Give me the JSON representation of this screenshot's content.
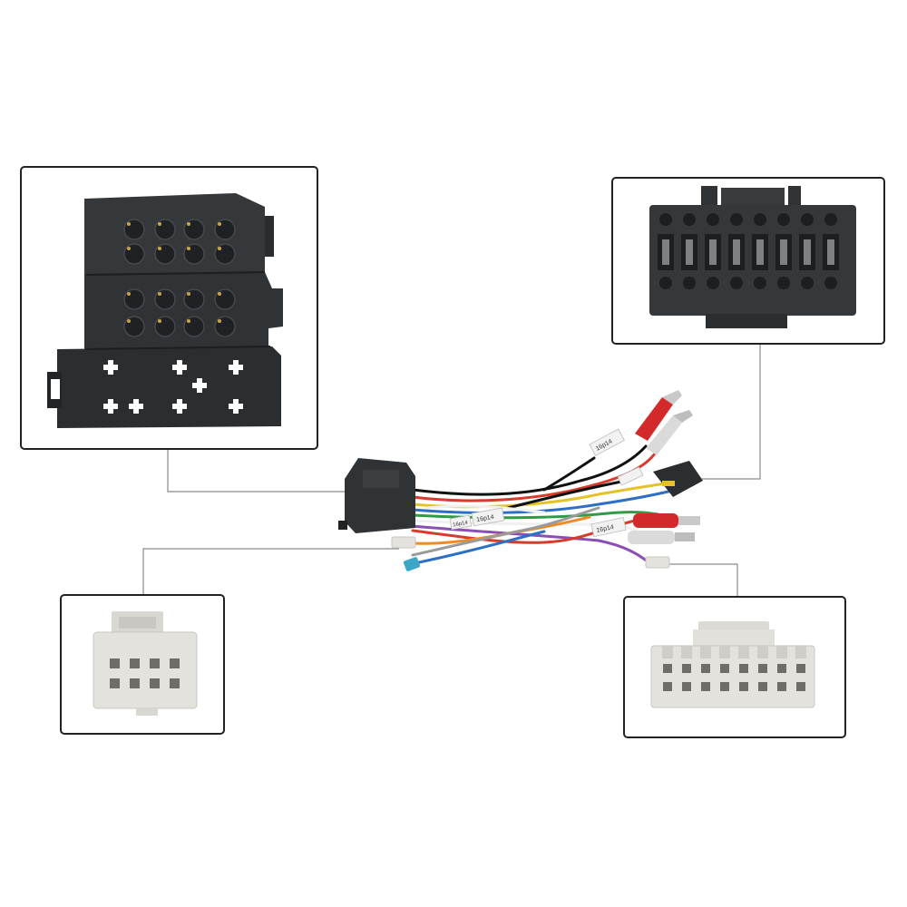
{
  "colors": {
    "background": "#ffffff",
    "panel_border": "#222222",
    "leader_line": "#8a8a8a",
    "connector_black": "#34383b",
    "connector_black_dark": "#202325",
    "connector_white": "#e4e2dc",
    "rca_red": "#d22a2a",
    "rca_white": "#d8d8d8",
    "antenna_blue": "#3aa7c9",
    "wire_colors": [
      "#111111",
      "#d63b2b",
      "#e6c229",
      "#2d6fc4",
      "#2e9b47",
      "#f0f0f0",
      "#8a4fb5",
      "#f08a24",
      "#9a9a9a"
    ]
  },
  "harness": {
    "tags": [
      "16p14",
      "16p14",
      "16p14",
      "16p14"
    ]
  },
  "panels": [
    {
      "name": "black-iso-connector-panel",
      "icon": "iso-connector-icon"
    },
    {
      "name": "black-16-pin-connector-panel",
      "icon": "sixteen-pin-connector-icon"
    },
    {
      "name": "white-8-pin-connector-panel",
      "icon": "eight-pin-connector-icon"
    },
    {
      "name": "white-16-pin-connector-panel",
      "icon": "white-sixteen-pin-connector-icon"
    }
  ]
}
